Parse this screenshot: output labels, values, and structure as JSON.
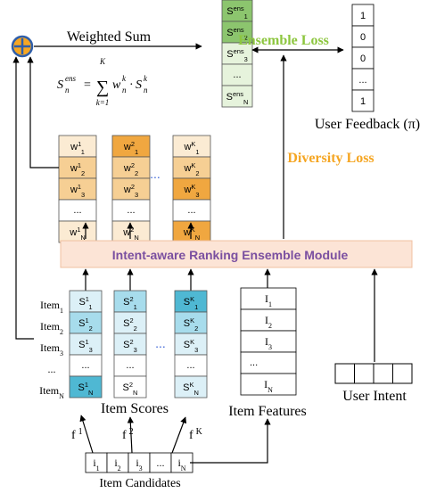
{
  "ensemble": {
    "cells": [
      {
        "base": "S",
        "sup": "ens",
        "sub": "1"
      },
      {
        "base": "S",
        "sup": "ens",
        "sub": "2"
      },
      {
        "base": "S",
        "sup": "ens",
        "sub": "3"
      },
      {
        "dots": "..."
      },
      {
        "base": "S",
        "sup": "ens",
        "sub": "N"
      }
    ]
  },
  "feedback": {
    "values": [
      "1",
      "0",
      "0",
      "...",
      "1"
    ],
    "label": "User Feedback (π)"
  },
  "weighted_sum": {
    "label": "Weighted Sum",
    "formula_lhs": "S",
    "formula_lhs_sup": "ens",
    "formula_lhs_sub": "n",
    "equals": "=",
    "sum_top": "K",
    "sum_bottom": "k=1",
    "term_w": "w",
    "term_w_sup": "k",
    "term_w_sub": "n",
    "dot": "·",
    "term_s": "S",
    "term_s_sup": "k",
    "term_s_sub": "n"
  },
  "losses": {
    "ensemble": "Ensemble Loss",
    "diversity": "Diversity Loss"
  },
  "weights": {
    "columns": [
      {
        "sup": "1",
        "cells": [
          "1",
          "2",
          "3",
          "...",
          "N"
        ]
      },
      {
        "sup": "2",
        "cells": [
          "1",
          "2",
          "3",
          "...",
          "N"
        ]
      },
      {
        "sup": "K",
        "cells": [
          "1",
          "2",
          "3",
          "...",
          "N"
        ]
      }
    ],
    "col_dots": "...",
    "base": "w"
  },
  "module": {
    "label": "Intent-aware Ranking Ensemble Module"
  },
  "items": {
    "labels": [
      "1",
      "2",
      "3",
      "...",
      "N"
    ],
    "base": "Item"
  },
  "scores": {
    "columns": [
      {
        "sup": "1",
        "cells": [
          "1",
          "2",
          "3",
          "...",
          "N"
        ]
      },
      {
        "sup": "2",
        "cells": [
          "1",
          "2",
          "3",
          "...",
          "N"
        ]
      },
      {
        "sup": "K",
        "cells": [
          "1",
          "2",
          "3",
          "...",
          "N"
        ]
      }
    ],
    "col_dots": "...",
    "base": "S",
    "label": "Item Scores"
  },
  "features": {
    "cells": [
      "1",
      "2",
      "3",
      "...",
      "N"
    ],
    "base": "I",
    "label": "Item Features"
  },
  "intent": {
    "label": "User Intent"
  },
  "candidates": {
    "cells": [
      "1",
      "2",
      "3",
      "...",
      "N"
    ],
    "base": "i",
    "label": "Item Candidates"
  },
  "functions": {
    "base": "f",
    "sups": [
      "1",
      "2",
      "K"
    ]
  },
  "colors": {
    "ensemble_dark": "#8cc56e",
    "ensemble_light": "#e6f3dc",
    "weight_dark": "#f0a740",
    "weight_mid": "#f6cf94",
    "weight_light": "#fbebd3",
    "score_dark": "#4fb8d3",
    "score_mid": "#a7dcec",
    "score_light": "#dcf0f7",
    "module_fill": "#fce4d6",
    "module_border": "#f0c0a0",
    "module_text": "#7a4fa0",
    "ensemble_loss_text": "#8dc63f",
    "diversity_loss_text": "#f5a623",
    "plus_fill": "#f5a623",
    "plus_ring": "#2e5eaa",
    "dots_blue": "#3b63d6"
  }
}
